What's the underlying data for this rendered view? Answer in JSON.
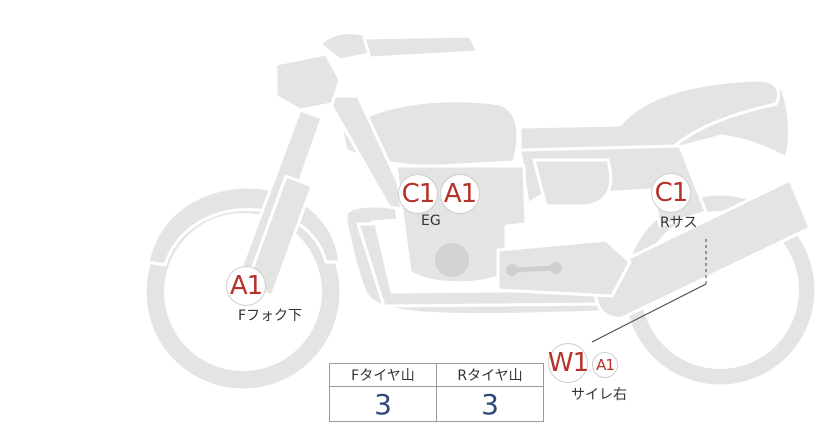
{
  "colors": {
    "bike_fill": "#e4e4e2",
    "bike_stroke": "#ffffff",
    "badge_text": "#b5332a",
    "value_text": "#2f4a7a"
  },
  "markers": {
    "engine_c": {
      "code": "C1"
    },
    "engine_a": {
      "code": "A1"
    },
    "engine_label": "EG",
    "rear_sus_c": {
      "code": "C1"
    },
    "rear_sus_label": "Rサス",
    "front_fork_a": {
      "code": "A1"
    },
    "front_fork_label": "Fフォク下",
    "muffler_w": {
      "code": "W1"
    },
    "muffler_a": {
      "code": "A1"
    },
    "muffler_label": "サイレ右"
  },
  "tread_table": {
    "headers": [
      "Fタイヤ山",
      "Rタイヤ山"
    ],
    "values": [
      "3",
      "3"
    ]
  }
}
